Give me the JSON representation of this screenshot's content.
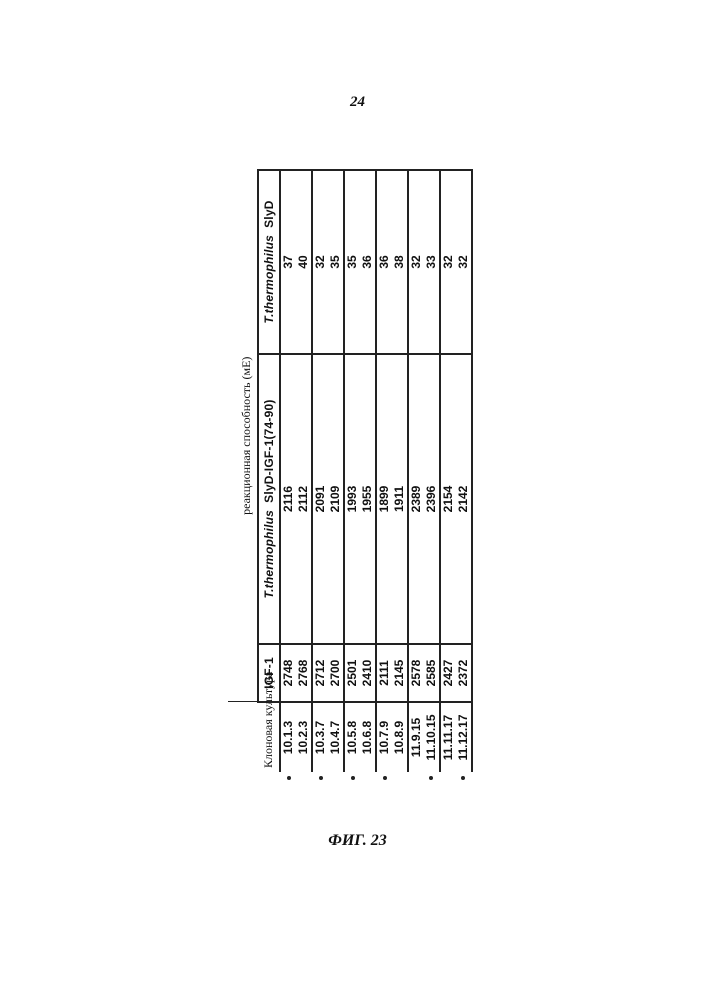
{
  "page_number": "24",
  "figure_caption": "ФИГ. 23",
  "table": {
    "row_header": "Клоновая культура",
    "super_header": "реакционная способность (мЕ)",
    "columns": {
      "igf": "IGF-1",
      "slyd_igf_organism": "T.thermophilus",
      "slyd_igf_rest": "SlyD-IGF-1(74-90)",
      "slyd_organism": "T.thermophilus",
      "slyd_rest": "SlyD"
    },
    "groups": [
      {
        "clones": [
          "10.1.3",
          "10.2.3"
        ],
        "igf": [
          "2748",
          "2768"
        ],
        "slyd_igf": [
          "2116",
          "2112"
        ],
        "slyd": [
          "37",
          "40"
        ]
      },
      {
        "clones": [
          "10.3.7",
          "10.4.7"
        ],
        "igf": [
          "2712",
          "2700"
        ],
        "slyd_igf": [
          "2091",
          "2109"
        ],
        "slyd": [
          "32",
          "35"
        ]
      },
      {
        "clones": [
          "10.5.8",
          "10.6.8"
        ],
        "igf": [
          "2501",
          "2410"
        ],
        "slyd_igf": [
          "1993",
          "1955"
        ],
        "slyd": [
          "35",
          "36"
        ]
      },
      {
        "clones": [
          "10.7.9",
          "10.8.9"
        ],
        "igf": [
          "2111",
          "2145"
        ],
        "slyd_igf": [
          "1899",
          "1911"
        ],
        "slyd": [
          "36",
          "38"
        ]
      },
      {
        "clones": [
          "11.9.15",
          "11.10.15"
        ],
        "igf": [
          "2578",
          "2585"
        ],
        "slyd_igf": [
          "2389",
          "2396"
        ],
        "slyd": [
          "32",
          "33"
        ]
      },
      {
        "clones": [
          "11.11.17",
          "11.12.17"
        ],
        "igf": [
          "2427",
          "2372"
        ],
        "slyd_igf": [
          "2154",
          "2142"
        ],
        "slyd": [
          "32",
          "32"
        ]
      }
    ]
  }
}
